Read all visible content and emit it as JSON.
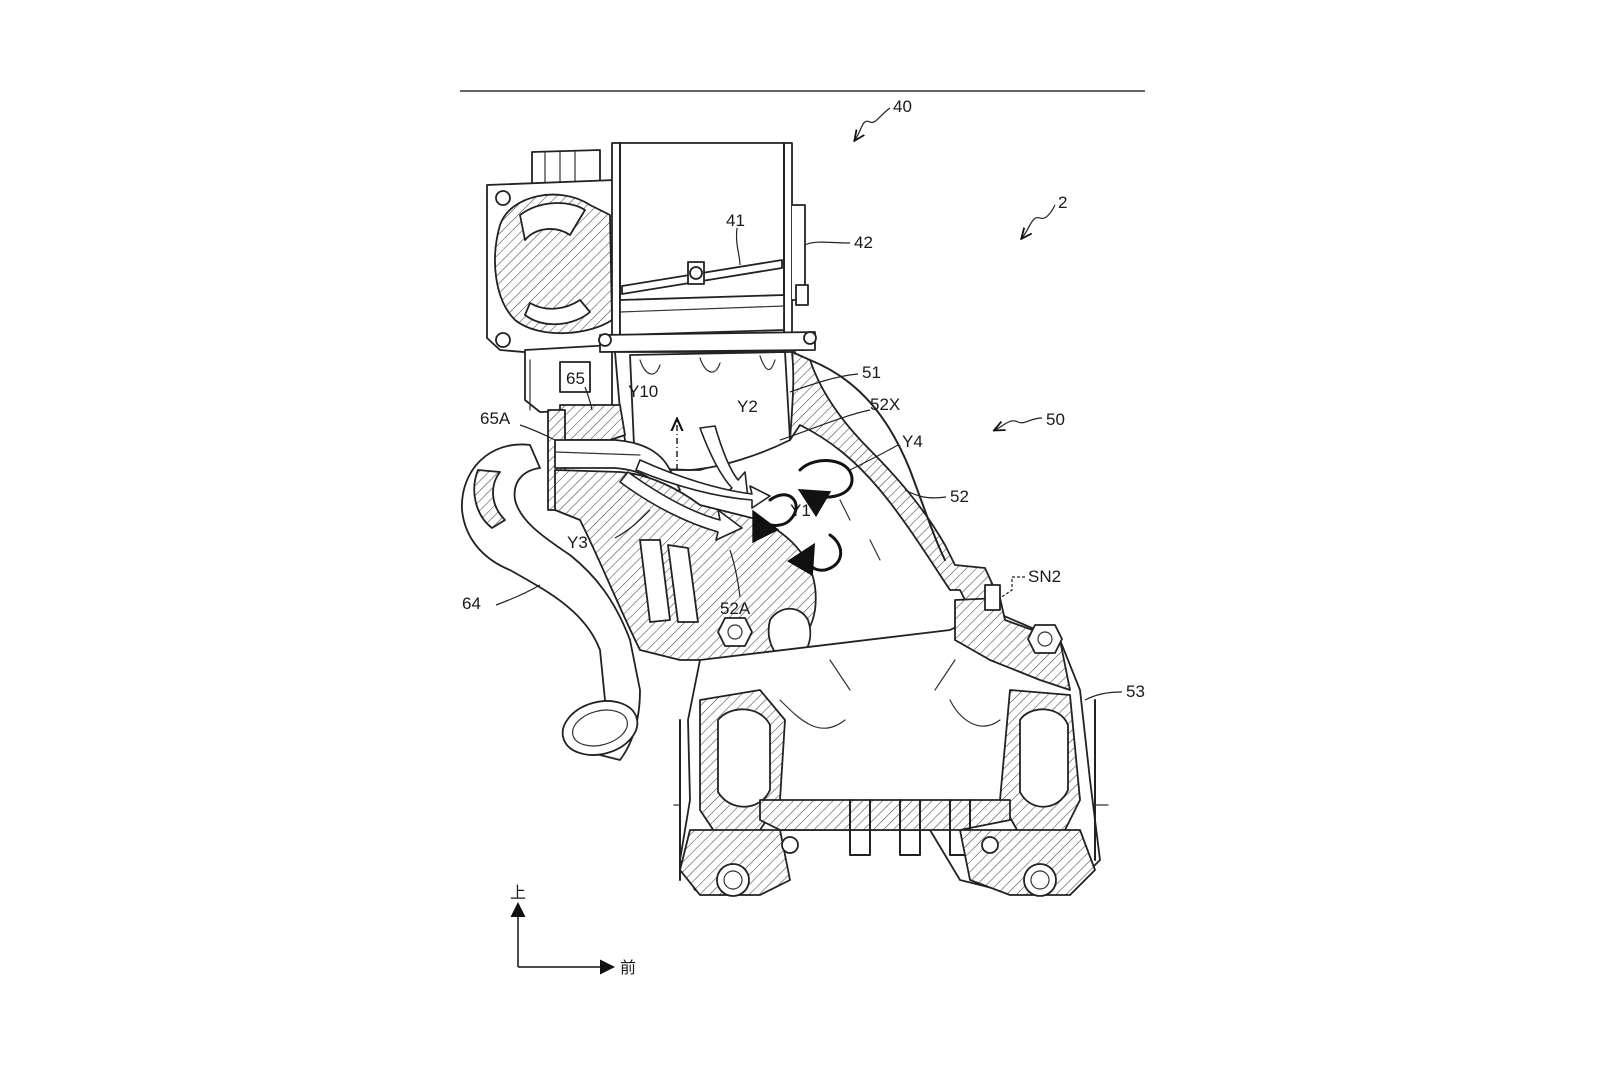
{
  "figure": {
    "reference_labels": [
      {
        "id": "40",
        "text": "40"
      },
      {
        "id": "2",
        "text": "2"
      },
      {
        "id": "41",
        "text": "41"
      },
      {
        "id": "42",
        "text": "42"
      },
      {
        "id": "51",
        "text": "51"
      },
      {
        "id": "52X",
        "text": "52X"
      },
      {
        "id": "50",
        "text": "50"
      },
      {
        "id": "Y4",
        "text": "Y4"
      },
      {
        "id": "65",
        "text": "65"
      },
      {
        "id": "Y10",
        "text": "Y10"
      },
      {
        "id": "Y2",
        "text": "Y2"
      },
      {
        "id": "65A",
        "text": "65A"
      },
      {
        "id": "52",
        "text": "52"
      },
      {
        "id": "Y1",
        "text": "Y1"
      },
      {
        "id": "Y3",
        "text": "Y3"
      },
      {
        "id": "SN2",
        "text": "SN2"
      },
      {
        "id": "64",
        "text": "64"
      },
      {
        "id": "52A",
        "text": "52A"
      },
      {
        "id": "53",
        "text": "53"
      }
    ],
    "axes": {
      "up": "上",
      "front": "前"
    }
  }
}
